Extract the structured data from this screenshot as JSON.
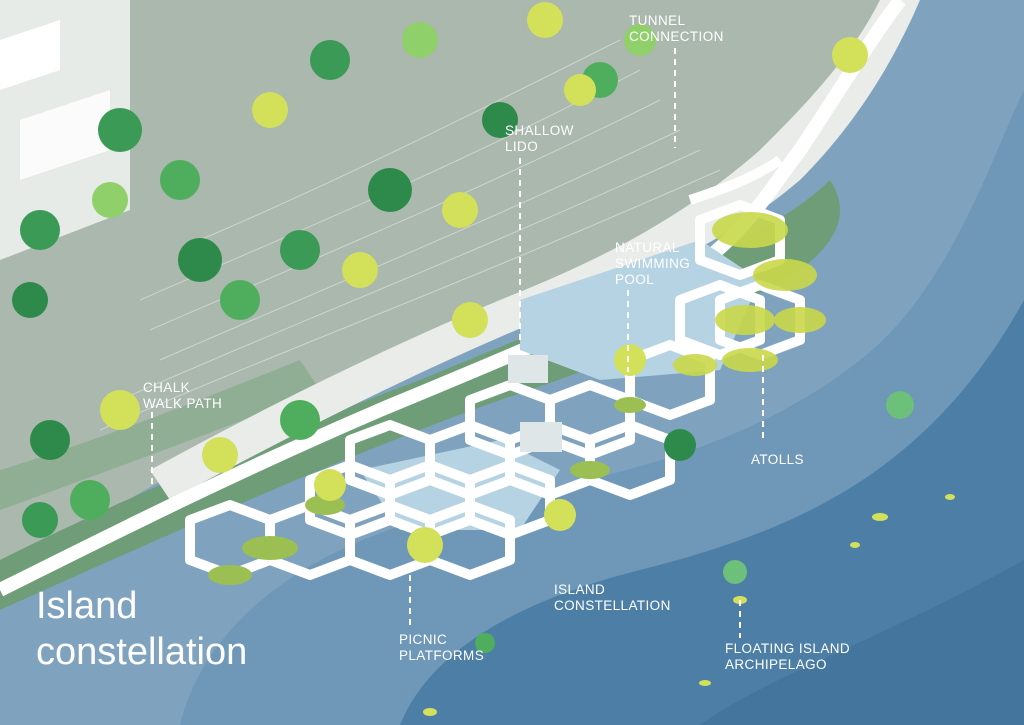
{
  "title": {
    "line1": "Island",
    "line2": "constellation"
  },
  "labels": {
    "tunnel_connection": [
      "TUNNEL",
      "CONNECTION"
    ],
    "shallow_lido": [
      "SHALLOW",
      "LIDO"
    ],
    "natural_swimming_pool": [
      "NATURAL",
      "SWIMMING",
      "POOL"
    ],
    "chalk_walk_path": [
      "CHALK",
      "WALK PATH"
    ],
    "atolls": [
      "ATOLLS"
    ],
    "island_constellation": [
      "ISLAND",
      "CONSTELLATION"
    ],
    "picnic_platforms": [
      "PICNIC",
      "PLATFORMS"
    ],
    "floating_island_archipelago": [
      "FLOATING ISLAND",
      "ARCHIPELAGO"
    ]
  },
  "colors": {
    "deep_water": "#4d7fa6",
    "mid_water": "#6f98b8",
    "shallow_water": "#93b4cb",
    "pool_water": "#b6d3e3",
    "land": "#a9b7ab",
    "bank_green": "#6e9d77",
    "path": "#ffffff",
    "leader_line": "#ffffff",
    "label_text": "#ffffff"
  }
}
